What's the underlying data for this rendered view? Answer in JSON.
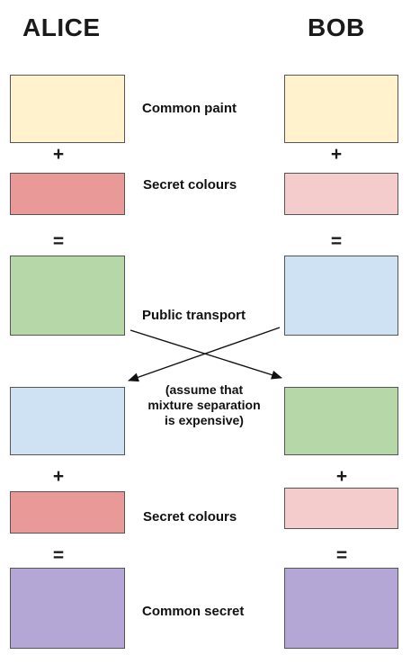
{
  "headers": {
    "left": "ALICE",
    "right": "BOB"
  },
  "labels": {
    "common_paint": "Common paint",
    "secret_colours_top": "Secret colours",
    "public_transport": "Public transport",
    "note": [
      "(assume that",
      "mixture separation",
      "is expensive)"
    ],
    "secret_colours_bottom": "Secret colours",
    "common_secret": "Common secret"
  },
  "operators": {
    "plus": "+",
    "equals": "="
  },
  "colors": {
    "common_paint": "#fff2cc",
    "alice_secret": "#ea9999",
    "bob_secret": "#f4cccc",
    "alice_mixture": "#b6d7a8",
    "bob_mixture": "#cfe2f3",
    "common_secret": "#b4a7d6",
    "border": "#555555"
  }
}
